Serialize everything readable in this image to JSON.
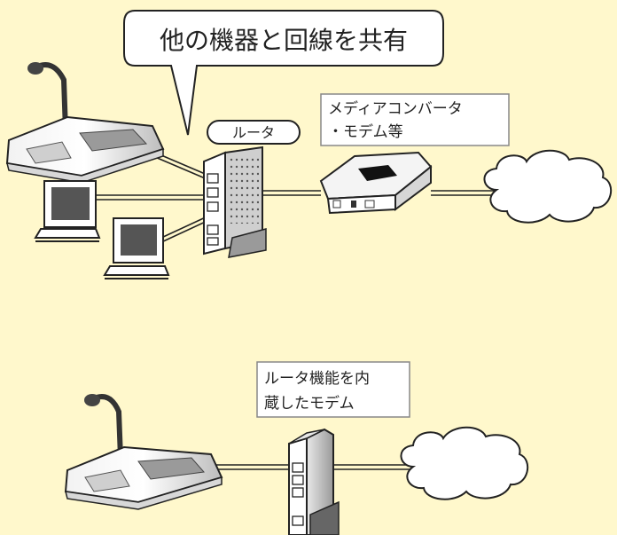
{
  "top_scene": {
    "callout_text": "他の機器と回線を共有",
    "router_label": "ルータ",
    "converter_label_line1": "メディアコンバータ",
    "converter_label_line2": "・モデム等"
  },
  "bottom_scene": {
    "modem_label_line1": "ルータ機能を内",
    "modem_label_line2": "蔵したモデム"
  },
  "colors": {
    "background": "#FFF8CC",
    "line": "#222222",
    "device_fill": "#FFFFFF"
  },
  "icons": [
    "conference-phone-icon",
    "monitor-icon",
    "router-icon",
    "media-converter-icon",
    "cloud-icon",
    "modem-icon"
  ]
}
